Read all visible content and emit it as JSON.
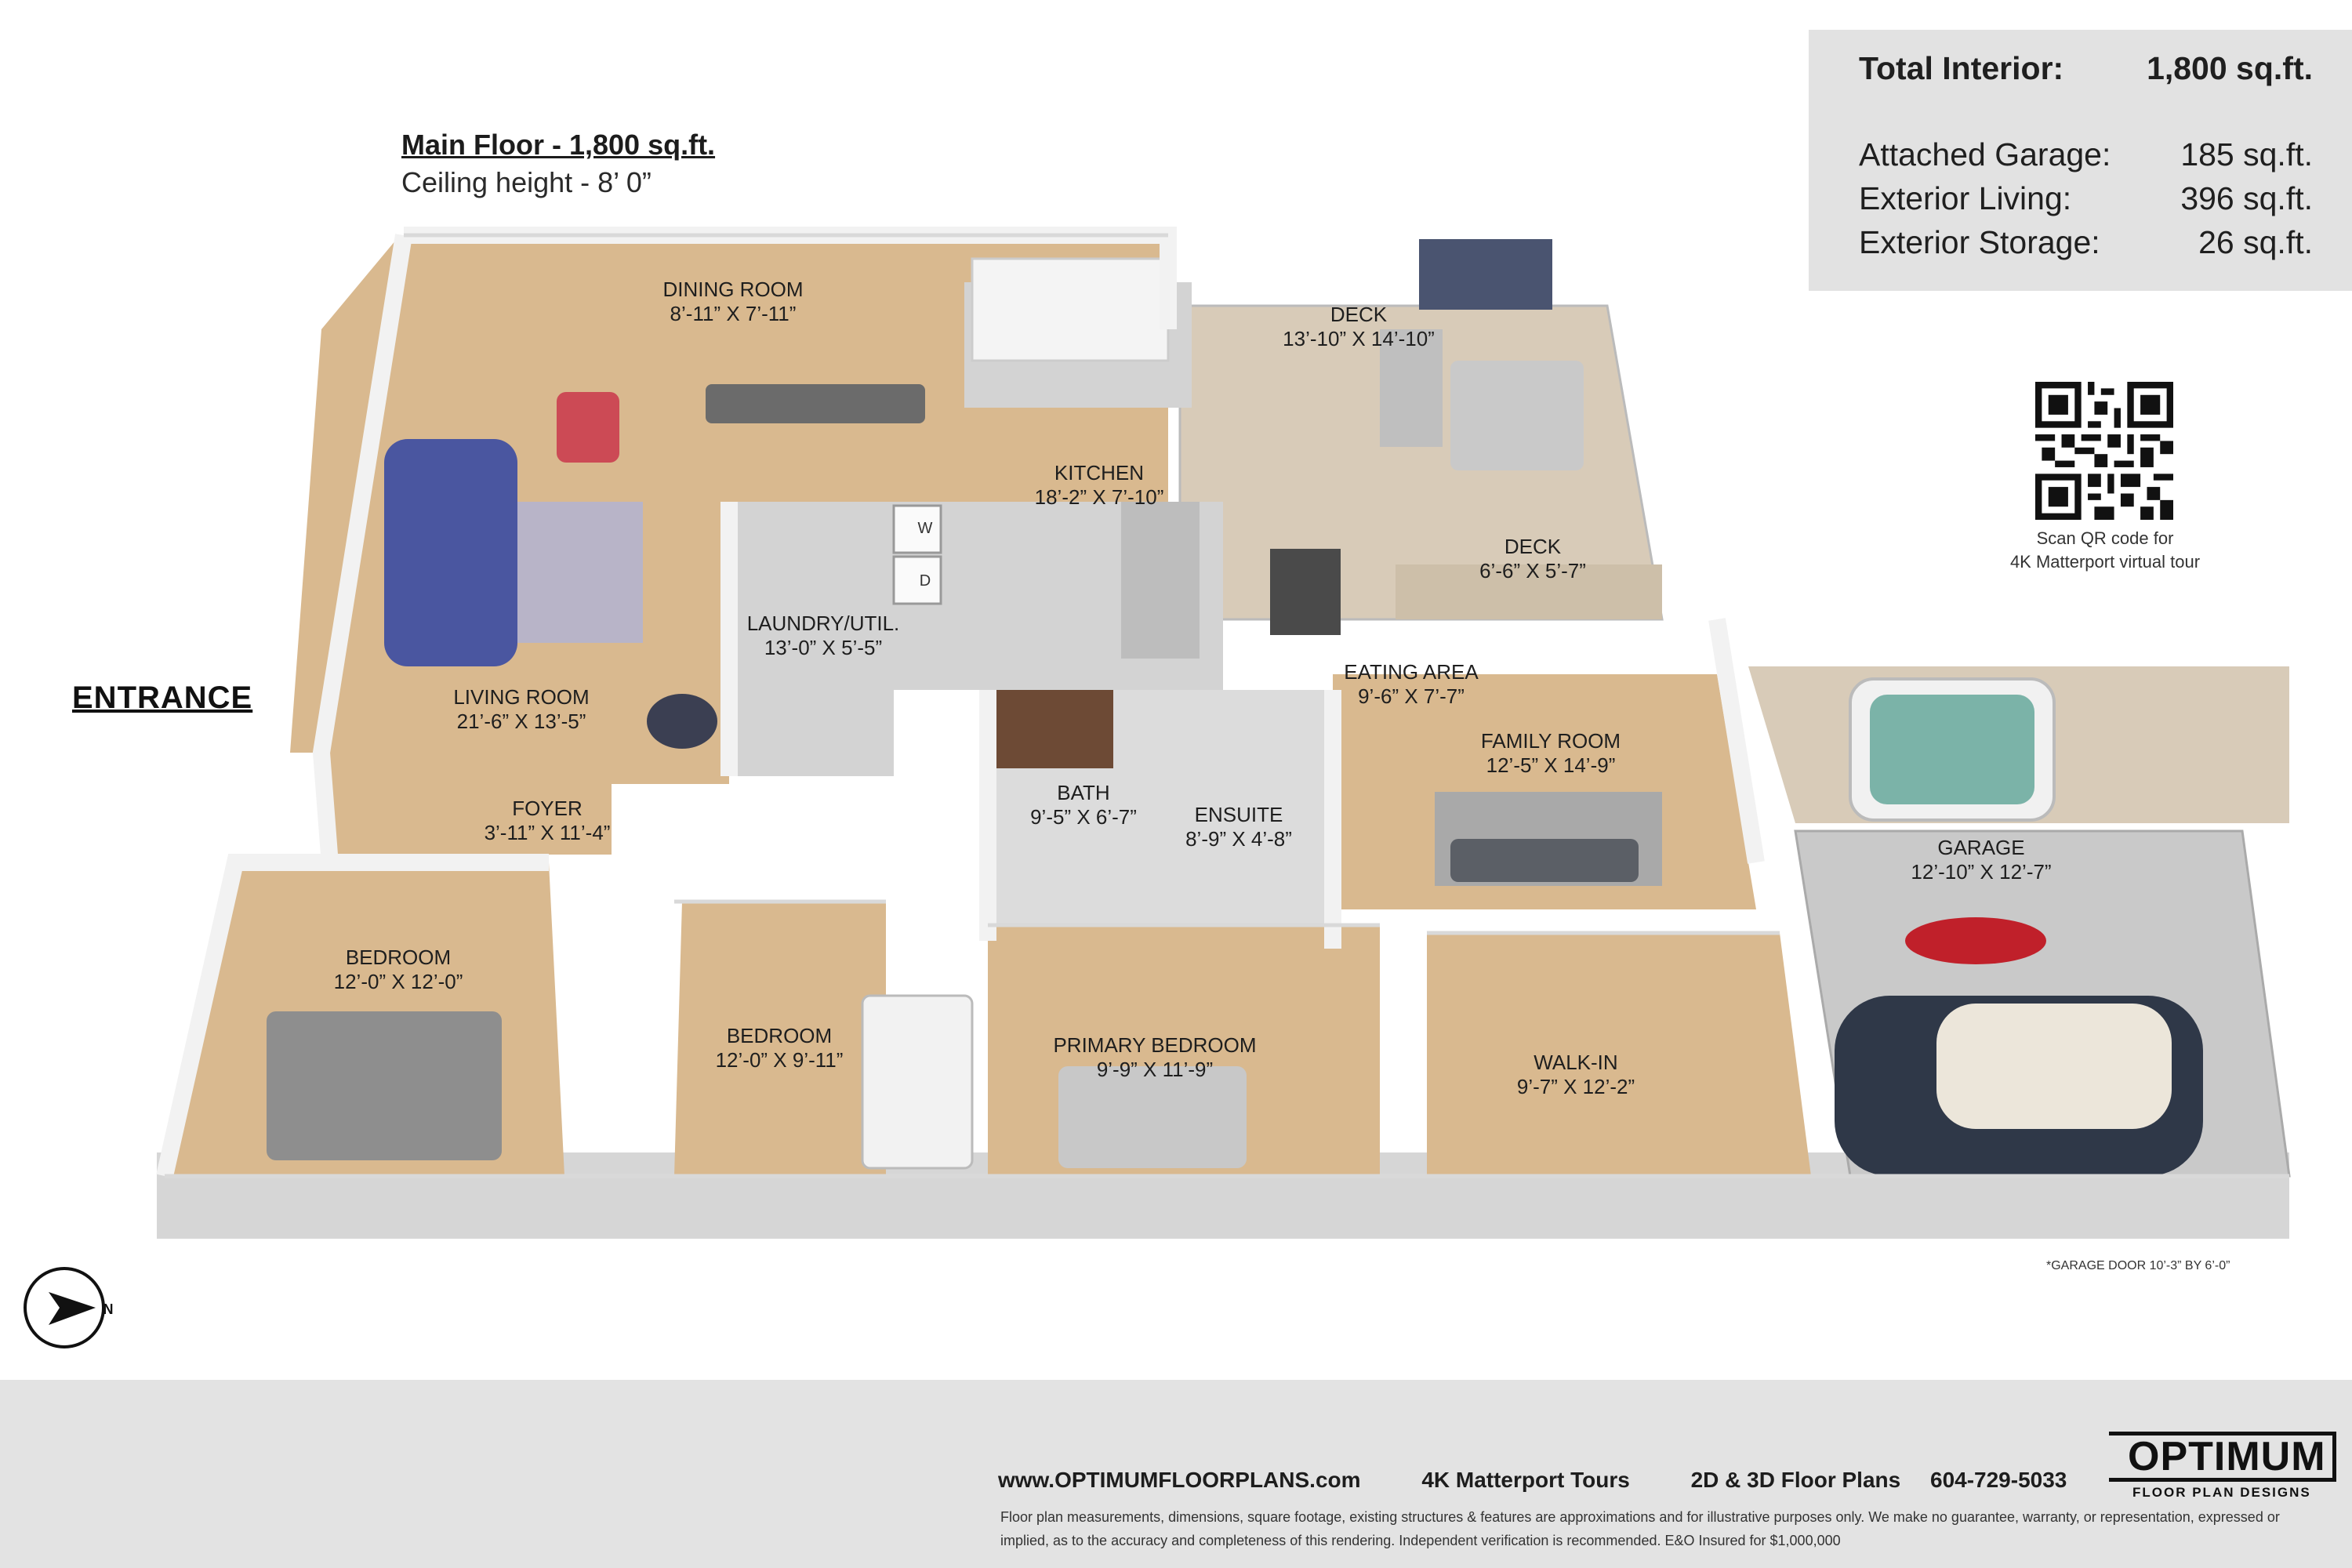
{
  "header": {
    "floor_title": "Main Floor - 1,800 sq.ft.",
    "ceiling": "Ceiling height - 8’ 0”"
  },
  "entrance_label": "ENTRANCE",
  "summary": {
    "rows": [
      {
        "label": "Total Interior:",
        "value": "1,800 sq.ft."
      },
      {
        "label": "Attached Garage:",
        "value": "185 sq.ft."
      },
      {
        "label": "Exterior Living:",
        "value": "396 sq.ft."
      },
      {
        "label": "Exterior Storage:",
        "value": "26 sq.ft."
      }
    ]
  },
  "qr": {
    "line1": "Scan QR code for",
    "line2": "4K Matterport virtual tour"
  },
  "rooms": [
    {
      "name": "DINING ROOM",
      "dims": "8’-11” X 7’-11”"
    },
    {
      "name": "DECK",
      "dims": "13’-10” X 14’-10”"
    },
    {
      "name": "KITCHEN",
      "dims": "18’-2” X 7’-10”"
    },
    {
      "name": "DECK",
      "dims": "6’-6” X 5’-7”"
    },
    {
      "name": "LAUNDRY/UTIL.",
      "dims": "13’-0” X 5’-5”"
    },
    {
      "name": "LIVING ROOM",
      "dims": "21’-6” X 13’-5”"
    },
    {
      "name": "EATING AREA",
      "dims": "9’-6” X 7’-7”"
    },
    {
      "name": "FAMILY ROOM",
      "dims": "12’-5” X 14’-9”"
    },
    {
      "name": "FOYER",
      "dims": "3’-11” X 11’-4”"
    },
    {
      "name": "BATH",
      "dims": "9’-5” X 6’-7”"
    },
    {
      "name": "ENSUITE",
      "dims": "8’-9” X 4’-8”"
    },
    {
      "name": "GARAGE",
      "dims": "12’-10” X 12’-7”"
    },
    {
      "name": "BEDROOM",
      "dims": "12’-0” X 12’-0”"
    },
    {
      "name": "BEDROOM",
      "dims": "12’-0” X 9’-11”"
    },
    {
      "name": "PRIMARY BEDROOM",
      "dims": "9’-9” X 11’-9”"
    },
    {
      "name": "WALK-IN",
      "dims": "9’-7” X 12’-2”"
    }
  ],
  "appliances": {
    "washer": "W",
    "dryer": "D"
  },
  "compass_letter": "N",
  "garage_note": "*GARAGE DOOR 10’-3” BY 6’-0”",
  "footer": {
    "website": "www.OPTIMUMFLOORPLANS.com",
    "tours": "4K Matterport Tours",
    "plans": "2D & 3D Floor Plans",
    "phone": "604-729-5033",
    "disclaimer": "Floor plan measurements, dimensions, square footage, existing structures & features are approximations and for illustrative purposes only. We make no guarantee, warranty, or representation, expressed or implied, as to the accuracy and completeness of this rendering. Independent verification is recommended. E&O Insured for $1,000,000",
    "logo_main": "OPTIMUM",
    "logo_sub": "FLOOR PLAN DESIGNS"
  },
  "colors": {
    "floor_wood": "#d9b98f",
    "tile": "#d3d3d3",
    "wall": "#ececec",
    "deck": "#d8cbb8",
    "garage_floor": "#c9c9c9",
    "summary_bg": "#e2e2e2",
    "footer_bg": "#e3e3e3"
  }
}
